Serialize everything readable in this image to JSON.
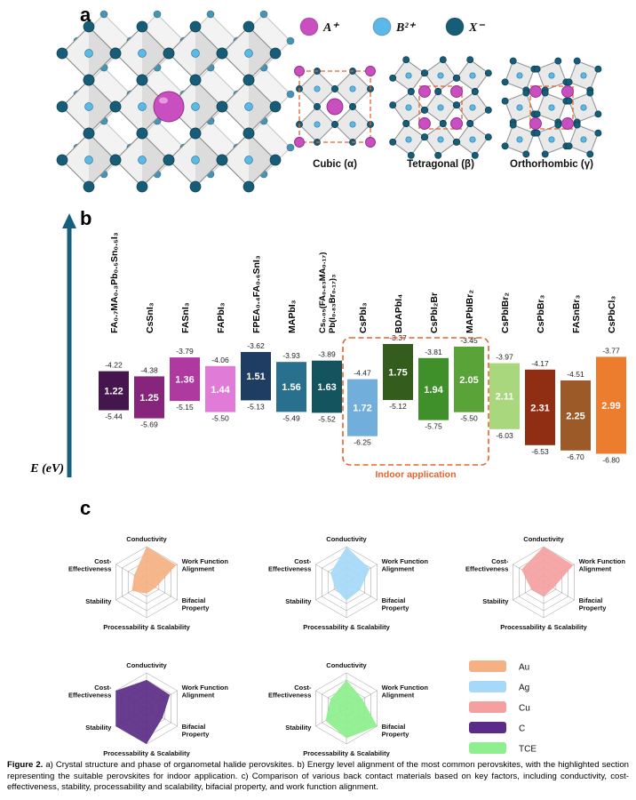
{
  "figure": {
    "caption_label": "Figure 2.",
    "caption_body": " a) Crystal structure and phase of organometal halide perovskites. b) Energy level alignment of the most common perovskites, with the highlighted section representing the suitable perovskites for indoor application. c) Comparison of various back contact materials based on key factors, including conductivity, cost-effectiveness, stability, processability and scalability, bifacial property, and work function alignment."
  },
  "panel_a": {
    "label": "a",
    "legend": [
      {
        "symbol": "A⁺",
        "color": "#c94fc0"
      },
      {
        "symbol": "B²⁺",
        "color": "#5cb8e6"
      },
      {
        "symbol": "X⁻",
        "color": "#175d78"
      }
    ],
    "phases": [
      "Cubic (α)",
      "Tetragonal (β)",
      "Orthorhombic (γ)"
    ]
  },
  "panel_b": {
    "label": "b",
    "axis_label": "E (eV)",
    "indoor_label": "Indoor application",
    "indoor_color": "#e8622d",
    "indoor_range": [
      7,
      10
    ],
    "bars": [
      {
        "name": "FA₀.₇MA₀.₃Pb₀.₅Sn₀.₅I₃",
        "gap": 1.22,
        "top": -4.22,
        "bottom": -5.44,
        "color": "#45164e"
      },
      {
        "name": "CsSnI₃",
        "gap": 1.25,
        "top": -4.38,
        "bottom": -5.69,
        "color": "#86257b"
      },
      {
        "name": "FASnI₃",
        "gap": 1.36,
        "top": -3.79,
        "bottom": -5.15,
        "color": "#ae3aa0"
      },
      {
        "name": "FAPbI₃",
        "gap": 1.44,
        "top": -4.06,
        "bottom": -5.5,
        "color": "#e07cd8"
      },
      {
        "name": "FPEA₀.₄FA₀.₆SnI₃",
        "gap": 1.51,
        "top": -3.62,
        "bottom": -5.13,
        "color": "#1f3d63"
      },
      {
        "name": "MAPbI₃",
        "gap": 1.56,
        "top": -3.93,
        "bottom": -5.49,
        "color": "#28708e"
      },
      {
        "name": "Cs₀.₀₅(FA₀.₈₃MA₀.₁₇)",
        "name2": "Pb(I₀.₈₃Br₀.₁₇)₃",
        "gap": 1.63,
        "top": -3.89,
        "bottom": -5.52,
        "color": "#14545f"
      },
      {
        "name": "CsPbI₃",
        "gap": 1.72,
        "top": -4.47,
        "bottom": -6.25,
        "color": "#72aedb"
      },
      {
        "name": "BDAPbI₄",
        "gap": 1.75,
        "top": -3.37,
        "bottom": -5.12,
        "color": "#335c1d"
      },
      {
        "name": "CsPbI₂Br",
        "gap": 1.94,
        "top": -3.81,
        "bottom": -5.75,
        "color": "#3f8f2a"
      },
      {
        "name": "MAPbIBr₂",
        "gap": 2.05,
        "top": -3.45,
        "bottom": -5.5,
        "color": "#5aa339"
      },
      {
        "name": "CsPbIBr₂",
        "gap": 2.11,
        "top": -3.97,
        "bottom": -6.03,
        "color": "#a9d77e"
      },
      {
        "name": "CsPbBr₃",
        "gap": 2.31,
        "top": -4.17,
        "bottom": -6.53,
        "color": "#8f2e12"
      },
      {
        "name": "FASnBr₃",
        "gap": 2.25,
        "top": -4.51,
        "bottom": -6.7,
        "color": "#9c5a28"
      },
      {
        "name": "CsPbCl₃",
        "gap": 2.99,
        "top": -3.77,
        "bottom": -6.8,
        "color": "#ec7d2e"
      }
    ]
  },
  "panel_c": {
    "label": "c",
    "max": 5,
    "rings": 5,
    "axes": [
      [
        "Conductivity"
      ],
      [
        "Work Function",
        "Alignment"
      ],
      [
        "Bifacial",
        "Property"
      ],
      [
        "Processability & Scalability"
      ],
      [
        "Stability"
      ],
      [
        "Cost-",
        "Effectiveness"
      ]
    ],
    "materials": [
      {
        "name": "Au",
        "color": "#f5b183",
        "values": [
          5,
          4.8,
          1.5,
          1.6,
          2.4,
          2.0
        ]
      },
      {
        "name": "Ag",
        "color": "#a6d9f7",
        "values": [
          5,
          3.8,
          2.2,
          2.6,
          1.8,
          2.6
        ]
      },
      {
        "name": "Cu",
        "color": "#f5a0a0",
        "values": [
          5,
          4.8,
          1.6,
          2.0,
          2.0,
          3.6
        ]
      },
      {
        "name": "C",
        "color": "#5b2c87",
        "values": [
          4,
          3.8,
          2.6,
          5.0,
          5.0,
          5.0
        ]
      },
      {
        "name": "TCE",
        "color": "#8def8d",
        "values": [
          4,
          2.6,
          5.0,
          4.2,
          3.4,
          2.6
        ]
      }
    ]
  }
}
